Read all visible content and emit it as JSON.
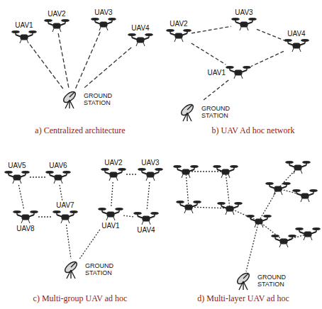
{
  "diagram": {
    "nodes": [
      {
        "text": [
          "UAV1"
        ]
      },
      {
        "text": [
          "UAV2"
        ]
      },
      {
        "text": [
          "UAV3"
        ]
      },
      {
        "text": [
          "UAV4"
        ]
      },
      {
        "text": [
          "GROUND STATION"
        ]
      },
      {
        "text": [
          "UAV2"
        ]
      },
      {
        "text": [
          "UAV3"
        ]
      },
      {
        "text": [
          "UAV4"
        ]
      },
      {
        "text": [
          "UAV1"
        ]
      },
      {
        "text": [
          "GROUND STATION"
        ]
      },
      {
        "text": [
          "UAV5"
        ]
      },
      {
        "text": [
          "UAV6"
        ]
      },
      {
        "text": [
          "UAV2"
        ]
      },
      {
        "text": [
          "UAV3"
        ]
      },
      {
        "text": [
          "UAV7"
        ]
      },
      {
        "text": [
          "UAV8"
        ]
      },
      {
        "text": [
          "UAV1"
        ]
      },
      {
        "text": [
          "UAV4"
        ]
      },
      {
        "text": [
          "GROUND STATION"
        ]
      },
      {
        "text": [
          "GROUND STATION"
        ]
      }
    ],
    "edges": [
      {
        "from": 0,
        "to": 4,
        "arrow": "none"
      },
      {
        "from": 1,
        "to": 4,
        "arrow": "none"
      },
      {
        "from": 2,
        "to": 4,
        "arrow": "none"
      },
      {
        "from": 3,
        "to": 4,
        "arrow": "none"
      },
      {
        "from": 5,
        "to": 6,
        "arrow": "none"
      },
      {
        "from": 6,
        "to": 7,
        "arrow": "none"
      },
      {
        "from": 5,
        "to": 8,
        "arrow": "none"
      },
      {
        "from": 7,
        "to": 8,
        "arrow": "none"
      },
      {
        "from": 8,
        "to": 9,
        "arrow": "none"
      },
      {
        "from": 10,
        "to": 11,
        "arrow": "none"
      },
      {
        "from": 10,
        "to": 15,
        "arrow": "none"
      },
      {
        "from": 11,
        "to": 14,
        "arrow": "none"
      },
      {
        "from": 15,
        "to": 14,
        "arrow": "none"
      },
      {
        "from": 14,
        "to": 18,
        "arrow": "none"
      },
      {
        "from": 12,
        "to": 13,
        "arrow": "none"
      },
      {
        "from": 12,
        "to": 16,
        "arrow": "none"
      },
      {
        "from": 13,
        "to": 17,
        "arrow": "none"
      },
      {
        "from": 17,
        "to": 16,
        "arrow": "none"
      },
      {
        "from": 16,
        "to": 18,
        "arrow": "none"
      }
    ],
    "labels": [
      "a) Centralized architecture",
      "b) UAV Ad hoc network",
      "c) Multi-group UAV ad hoc",
      "d) Multi-layer UAV ad hoc"
    ]
  }
}
